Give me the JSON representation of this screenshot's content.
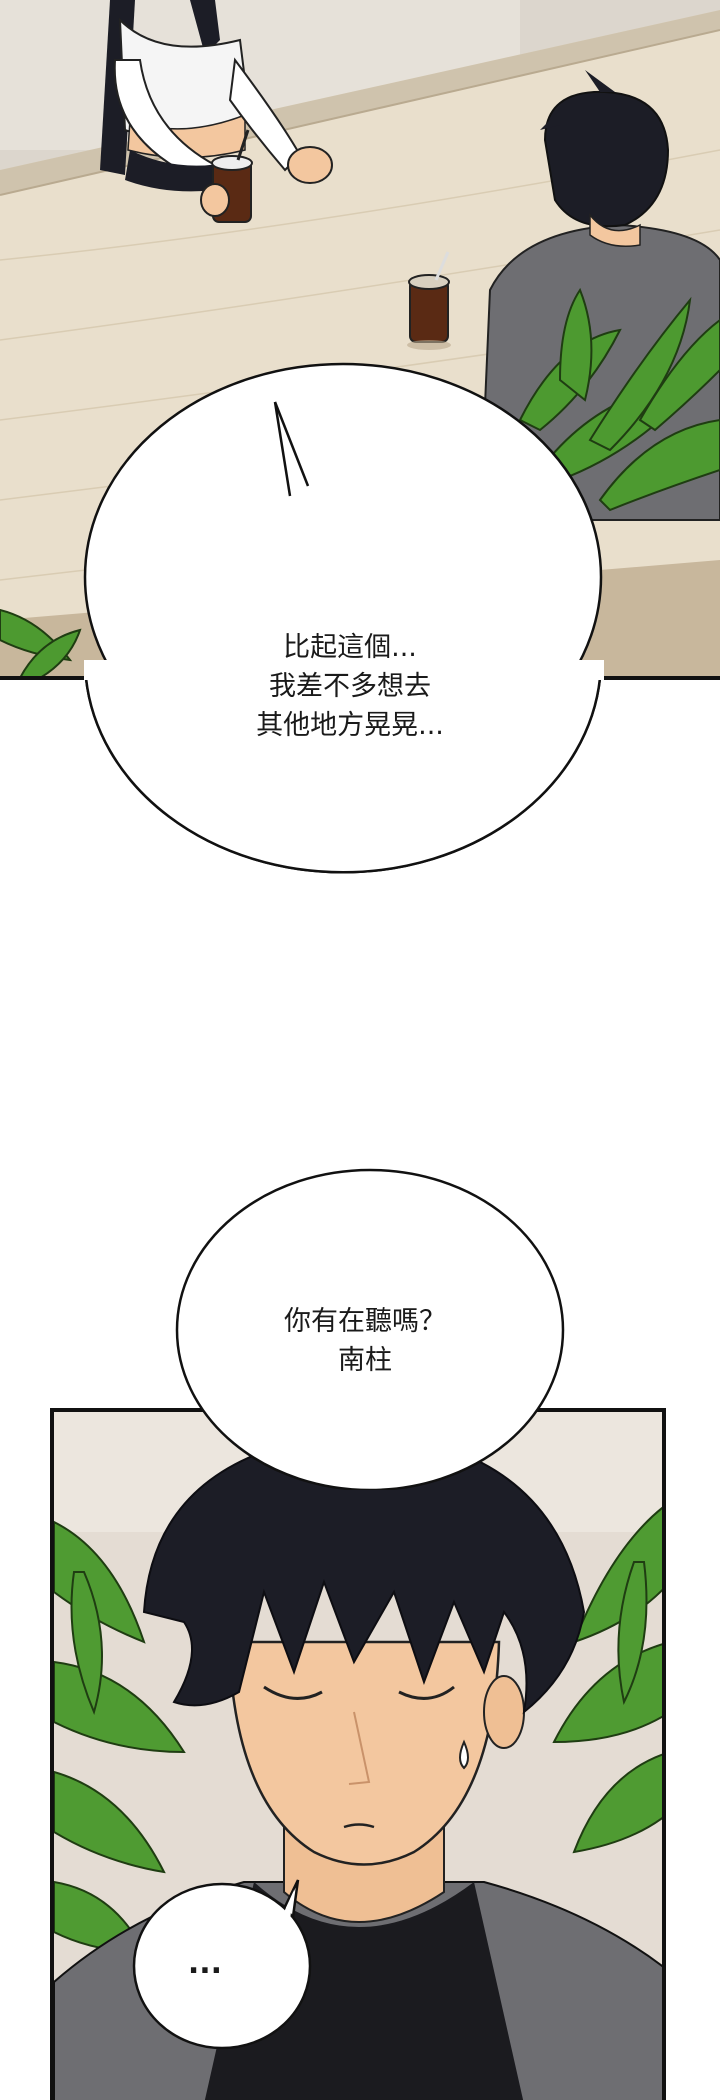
{
  "bubbles": {
    "bubble_1": {
      "line_1": "比起這個...",
      "line_2": "我差不多想去",
      "line_3": "其他地方晃晃..."
    },
    "bubble_2": {
      "line_1": "你有在聽嗎？",
      "line_2": "南柱"
    },
    "bubble_3": {
      "line_1": "..."
    }
  },
  "colors": {
    "table_top": "#e9dfcc",
    "wall": "#dcd6cd",
    "floor": "#c8b79c",
    "jacket": "#6e6e72",
    "hair": "#1c1d26",
    "skin": "#f3c79f",
    "plant": "#4d9a30",
    "coffee": "#5a2a14",
    "outline": "#111111"
  }
}
